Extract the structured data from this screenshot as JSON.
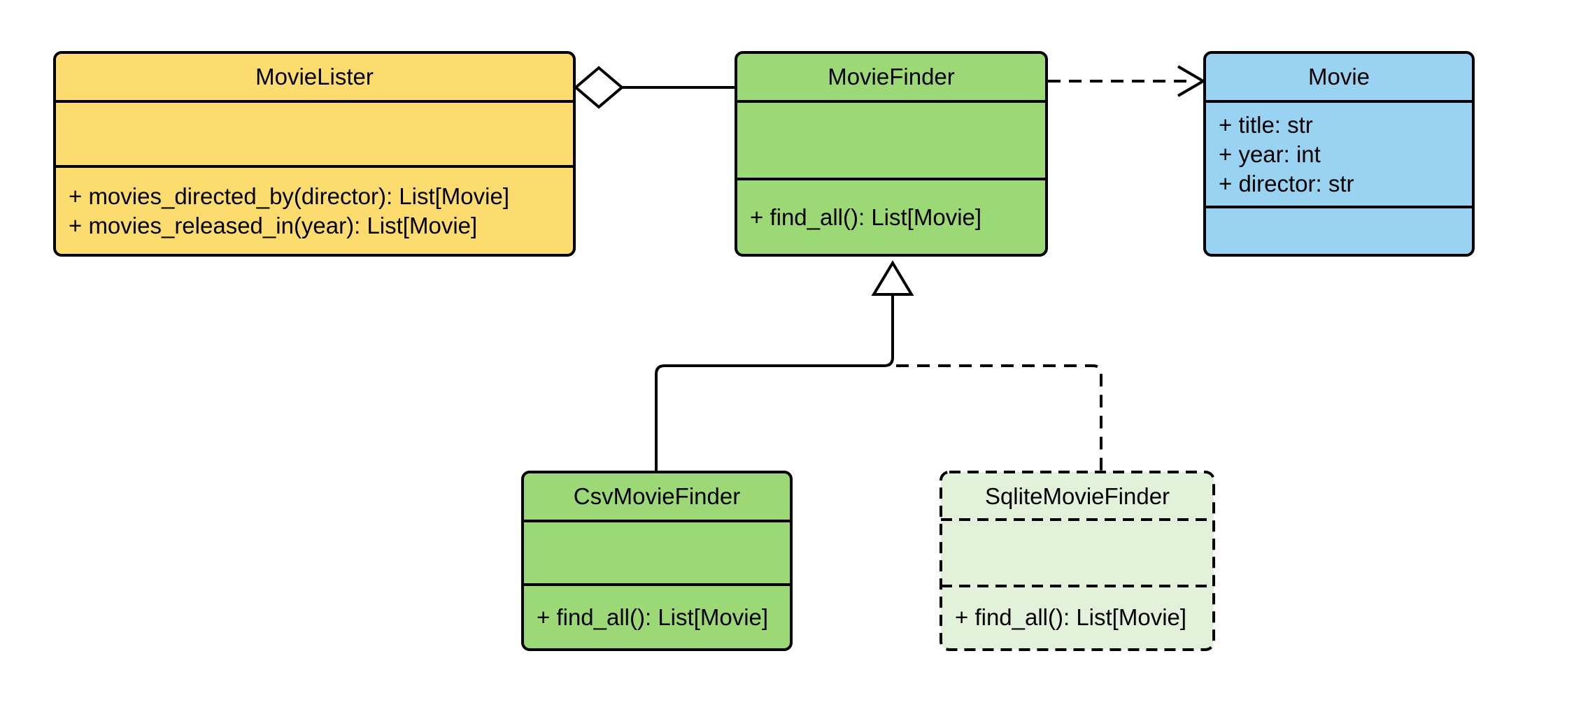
{
  "diagram": {
    "kind": "uml-class-diagram",
    "background_color": "#FFFFFF",
    "stroke_color": "#000000"
  },
  "classes": [
    {
      "name": "MovieLister",
      "fill": "#FCDC6E",
      "border_style": "solid",
      "attributes": [],
      "methods": [
        "+ movies_directed_by(director): List[Movie]",
        "+ movies_released_in(year): List[Movie]"
      ]
    },
    {
      "name": "MovieFinder",
      "fill": "#9DD877",
      "border_style": "solid",
      "attributes": [],
      "methods": [
        "+ find_all(): List[Movie]"
      ]
    },
    {
      "name": "Movie",
      "fill": "#9AD2F1",
      "border_style": "solid",
      "attributes": [
        "+ title: str",
        "+ year: int",
        "+ director: str"
      ],
      "methods": []
    },
    {
      "name": "CsvMovieFinder",
      "fill": "#9DD877",
      "border_style": "solid",
      "attributes": [],
      "methods": [
        "+ find_all(): List[Movie]"
      ]
    },
    {
      "name": "SqliteMovieFinder",
      "fill": "#E2F1D9",
      "border_style": "dashed",
      "attributes": [],
      "methods": [
        "+ find_all(): List[Movie]"
      ]
    }
  ],
  "relationships": [
    {
      "type": "aggregation",
      "from": "MovieLister",
      "to": "MovieFinder",
      "line": "solid",
      "marker": "hollow-diamond",
      "marker_at": "MovieLister"
    },
    {
      "type": "dependency",
      "from": "MovieFinder",
      "to": "Movie",
      "line": "dashed",
      "marker": "open-arrow",
      "marker_at": "Movie"
    },
    {
      "type": "generalization",
      "from": "CsvMovieFinder",
      "to": "MovieFinder",
      "line": "solid",
      "marker": "hollow-triangle",
      "marker_at": "MovieFinder"
    },
    {
      "type": "generalization",
      "from": "SqliteMovieFinder",
      "to": "MovieFinder",
      "line": "dashed",
      "marker": "hollow-triangle",
      "marker_at": "MovieFinder"
    }
  ]
}
